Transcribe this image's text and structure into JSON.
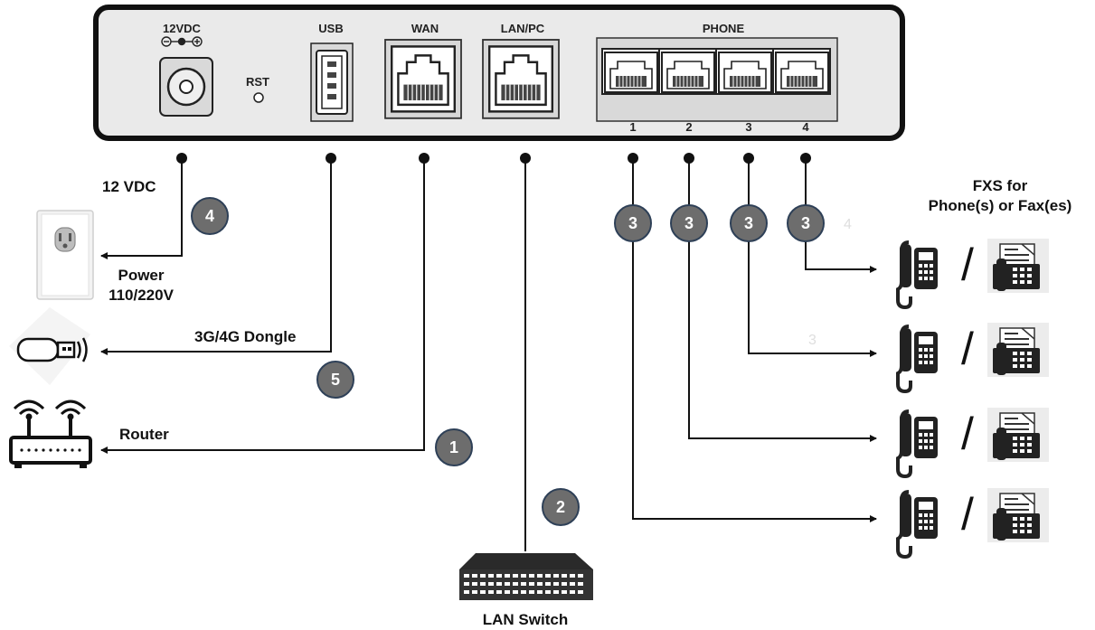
{
  "device": {
    "ports": {
      "power": "12VDC",
      "usb": "USB",
      "reset": "RST",
      "wan": "WAN",
      "lan": "LAN/PC",
      "phone": "PHONE",
      "phone_numbers": [
        "1",
        "2",
        "3",
        "4"
      ]
    }
  },
  "connections": {
    "power": {
      "badge": "4",
      "cable_label": "12 VDC",
      "target_label_1": "Power",
      "target_label_2": "110/220V",
      "target_icon": "wall-outlet-icon"
    },
    "usb": {
      "badge": "5",
      "target_label": "3G/4G Dongle",
      "target_icon": "usb-dongle-icon"
    },
    "wan": {
      "badge": "1",
      "target_label": "Router",
      "target_icon": "router-icon"
    },
    "lan": {
      "badge": "2",
      "target_label": "LAN Switch",
      "target_icon": "network-switch-icon"
    },
    "phone": {
      "badges": [
        "3",
        "3",
        "3",
        "3"
      ],
      "target_label_1": "FXS for",
      "target_label_2": "Phone(s) or Fax(es)",
      "separator": "/",
      "target_icons": [
        "desk-phone-icon",
        "fax-machine-icon"
      ],
      "faint_marks": [
        "4",
        "3"
      ]
    }
  }
}
